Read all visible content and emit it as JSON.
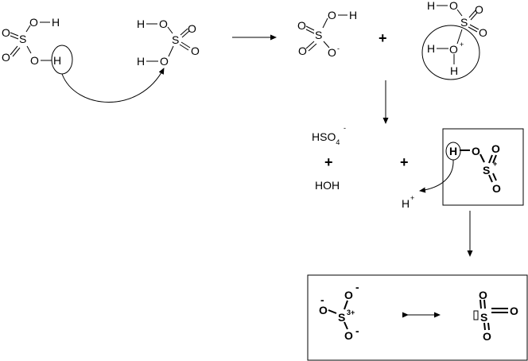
{
  "atoms": {
    "oxygen": "O",
    "sulfur": "S",
    "hydrogen": "H"
  },
  "charges": {
    "minus": "-",
    "plus": "+",
    "s3plus": "3+"
  },
  "labels": {
    "plus_sign": "+",
    "hso4_main": "HSO",
    "hso4_sub": "4",
    "hso4_charge": "-",
    "water": "HOH",
    "proton": "H",
    "proton_charge": "+"
  },
  "colors": {
    "stroke": "#000000",
    "background": "#ffffff"
  }
}
